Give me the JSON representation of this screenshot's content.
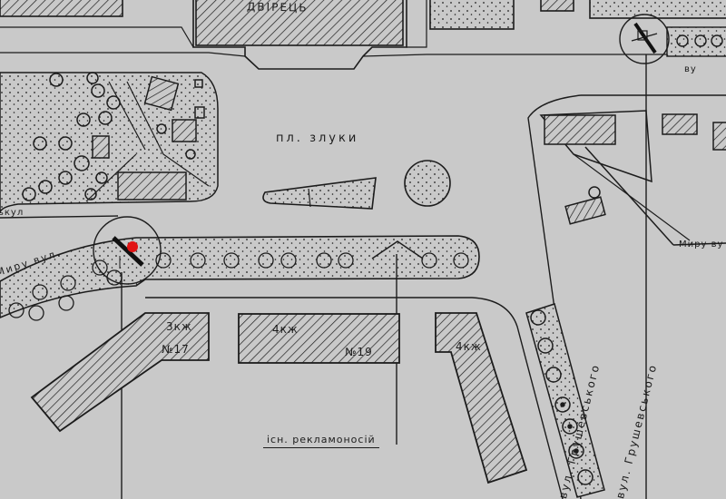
{
  "map": {
    "square_label": "пл. злуки",
    "palace_label": "ДВІРЕЦЬ",
    "advertising_label": "існ. рекламоносій",
    "street_labels": {
      "myru_left": "Миру вул.",
      "left_fragment": "ькул",
      "myru_right": "Миру ву",
      "top_right": "ву"
    },
    "hrushevskoho": [
      "вул. Грушевського",
      "вул. Грушевського"
    ],
    "buildings": {
      "b1_floors": "3кж",
      "b1_number": "№17",
      "b2_floors": "4кж",
      "b2_number": "№19",
      "b3_floors": "4кж"
    },
    "marker_color": "#e11414",
    "paper_color": "#c9c9c9",
    "ink_color": "#1c1c1c"
  }
}
